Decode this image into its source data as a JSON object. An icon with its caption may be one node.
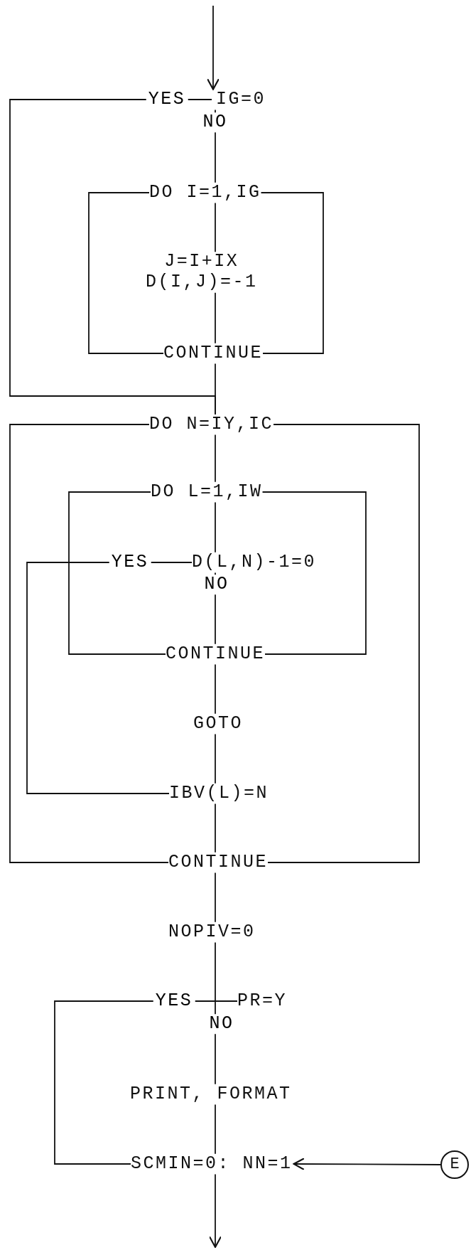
{
  "diagram": {
    "nodes": [
      {
        "text": [
          "IG=0"
        ]
      },
      {
        "text": [
          "DO I=1,IG"
        ]
      },
      {
        "text": [
          "J=I+IX",
          "D(I,J)=-1"
        ]
      },
      {
        "text": [
          "CONTINUE"
        ]
      },
      {
        "text": [
          "DO N=IY,IC"
        ]
      },
      {
        "text": [
          "DO L=1,IW"
        ]
      },
      {
        "text": [
          "D(L,N)-1=0"
        ]
      },
      {
        "text": [
          "CONTINUE"
        ]
      },
      {
        "text": [
          "GOTO"
        ]
      },
      {
        "text": [
          "IBV(L)=N"
        ]
      },
      {
        "text": [
          "CONTINUE"
        ]
      },
      {
        "text": [
          "NOPIV=0"
        ]
      },
      {
        "text": [
          "PR=Y"
        ]
      },
      {
        "text": [
          "PRINT, FORMAT"
        ]
      },
      {
        "text": [
          "SCMIN=0: NN=1"
        ]
      },
      {
        "text": [
          "E"
        ]
      }
    ],
    "edges": [
      {
        "from": null,
        "to": 0,
        "arrow": "to"
      },
      {
        "from": 0,
        "to": 1,
        "arrow": "none",
        "label": "NO"
      },
      {
        "from": 0,
        "to": 4,
        "arrow": "none",
        "label": "YES"
      },
      {
        "from": 1,
        "to": 2,
        "arrow": "none"
      },
      {
        "from": 2,
        "to": 3,
        "arrow": "none"
      },
      {
        "from": 1,
        "to": 3,
        "arrow": "none"
      },
      {
        "from": 1,
        "to": 3,
        "arrow": "none"
      },
      {
        "from": 3,
        "to": 4,
        "arrow": "none"
      },
      {
        "from": 4,
        "to": 5,
        "arrow": "none"
      },
      {
        "from": 5,
        "to": 6,
        "arrow": "none"
      },
      {
        "from": 6,
        "to": 7,
        "arrow": "none",
        "label": "NO"
      },
      {
        "from": 6,
        "to": 9,
        "arrow": "none",
        "label": "YES"
      },
      {
        "from": 5,
        "to": 7,
        "arrow": "none"
      },
      {
        "from": 5,
        "to": 7,
        "arrow": "none"
      },
      {
        "from": 7,
        "to": 8,
        "arrow": "none"
      },
      {
        "from": 8,
        "to": 9,
        "arrow": "none"
      },
      {
        "from": 9,
        "to": 10,
        "arrow": "none"
      },
      {
        "from": 4,
        "to": 10,
        "arrow": "none"
      },
      {
        "from": 4,
        "to": 10,
        "arrow": "none"
      },
      {
        "from": 10,
        "to": 11,
        "arrow": "none"
      },
      {
        "from": 11,
        "to": 12,
        "arrow": "none"
      },
      {
        "from": 12,
        "to": 13,
        "arrow": "none",
        "label": "NO"
      },
      {
        "from": 12,
        "to": 14,
        "arrow": "none",
        "label": "YES"
      },
      {
        "from": 13,
        "to": 14,
        "arrow": "none"
      },
      {
        "from": 15,
        "to": 14,
        "arrow": "to"
      },
      {
        "from": 14,
        "to": null,
        "arrow": "to"
      }
    ]
  }
}
